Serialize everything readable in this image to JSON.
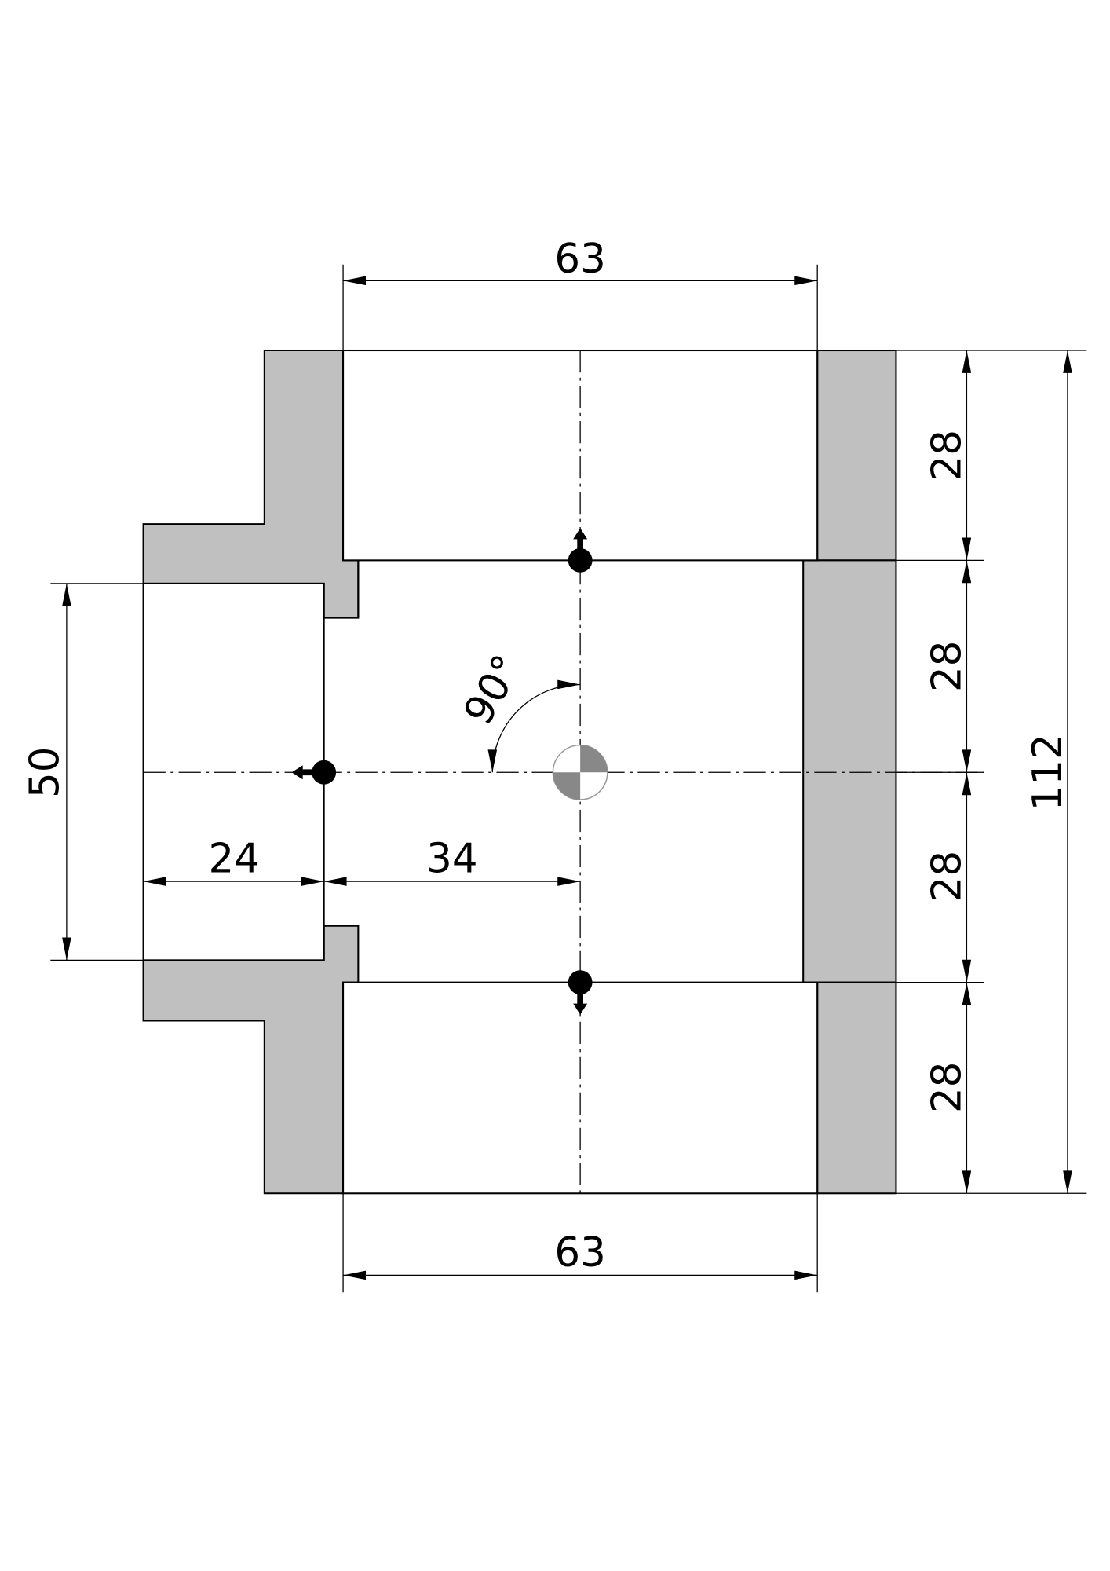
{
  "colors": {
    "section_fill": "#c0c0c0",
    "line": "#000000",
    "background": "#ffffff"
  },
  "dimensions": {
    "top_width": "63",
    "bottom_width": "63",
    "right_segments": [
      "28",
      "28",
      "28",
      "28"
    ],
    "total_height": "112",
    "branch_height": "50",
    "branch_length": "24",
    "branch_to_axis": "34",
    "angle": "90°"
  }
}
